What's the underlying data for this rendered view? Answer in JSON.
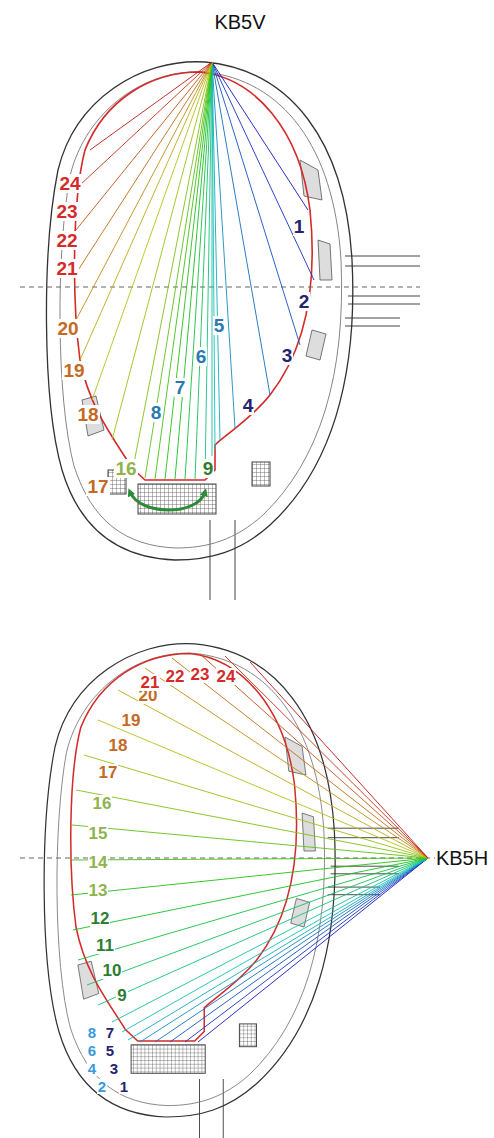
{
  "diagram": {
    "labels": [
      "KB5V",
      "1",
      "2",
      "3",
      "4",
      "5",
      "6",
      "7",
      "8",
      "9",
      "16",
      "17",
      "18",
      "19",
      "20",
      "21",
      "22",
      "23",
      "24",
      "KB5H",
      "1",
      "2",
      "3",
      "4",
      "5",
      "6",
      "7",
      "8",
      "9",
      "10",
      "11",
      "12",
      "13",
      "14",
      "15",
      "16",
      "17",
      "18",
      "19",
      "20",
      "21",
      "22",
      "23",
      "24"
    ]
  }
}
